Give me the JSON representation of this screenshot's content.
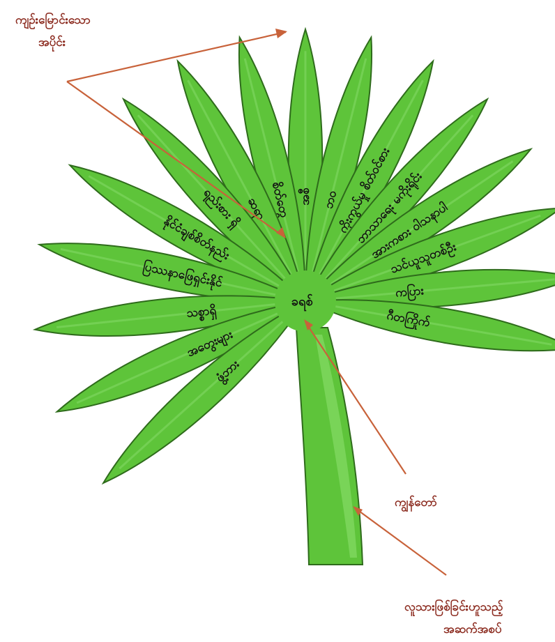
{
  "colors": {
    "leaf_fill": "#5ec43a",
    "leaf_stroke": "#2e6b1b",
    "leaf_vein": "#82d964",
    "stem_fill": "#5ec43a",
    "stem_highlight": "#7fd860",
    "arrow": "#c8623a",
    "callout_text": "#8b2a1e"
  },
  "center_label": "ခရစ်",
  "leaves": [
    {
      "id": "wisdom",
      "label": "အစီ",
      "angle": 90
    },
    {
      "id": "happiness",
      "label": "ဘဝ",
      "angle": 76
    },
    {
      "id": "treasure",
      "label": "ကိုးကွယ်မှု စိတ်ဝင်စား",
      "angle": 62
    },
    {
      "id": "philosophy",
      "label": "ဘာသာရေး မကိုးရိုင်း",
      "angle": 48
    },
    {
      "id": "love",
      "label": "အားကစား ဝါသနာပါ",
      "angle": 34
    },
    {
      "id": "teacher",
      "label": "သင်ယူသူတစ်ဦး",
      "angle": 20
    },
    {
      "id": "fun",
      "label": "ကပြား",
      "angle": 5
    },
    {
      "id": "trust",
      "label": "ဂီတကြိုက်",
      "angle": -10
    },
    {
      "id": "mm",
      "label": "စိတ်တွေ",
      "angle": 104
    },
    {
      "id": "art",
      "label": "ဆရာ",
      "angle": 118
    },
    {
      "id": "calm",
      "label": "ရည်းစား ရှိ",
      "angle": 132
    },
    {
      "id": "nation",
      "label": "နိုင်ငံချစ်စိတ်နည်း",
      "angle": 150
    },
    {
      "id": "solver",
      "label": "ပြဿနာဖြေရှင်းနိုင်",
      "angle": 168
    },
    {
      "id": "fair",
      "label": "သစ္စာရှိ",
      "angle": 186
    },
    {
      "id": "thoughts",
      "label": "အတွေးများ",
      "angle": 204
    },
    {
      "id": "smart",
      "label": "ဖွံ့ဘား",
      "angle": 222
    }
  ],
  "callouts": {
    "top_left": {
      "line1": "ကျဉ်းမြောင်းသော",
      "line2": "အပိုင်း"
    },
    "stem": "ကျွန်တော်",
    "bottom": {
      "line1": "လူသားဖြစ်ခြင်းဟူသည့်",
      "line2": "အဆက်အစပ်"
    }
  }
}
